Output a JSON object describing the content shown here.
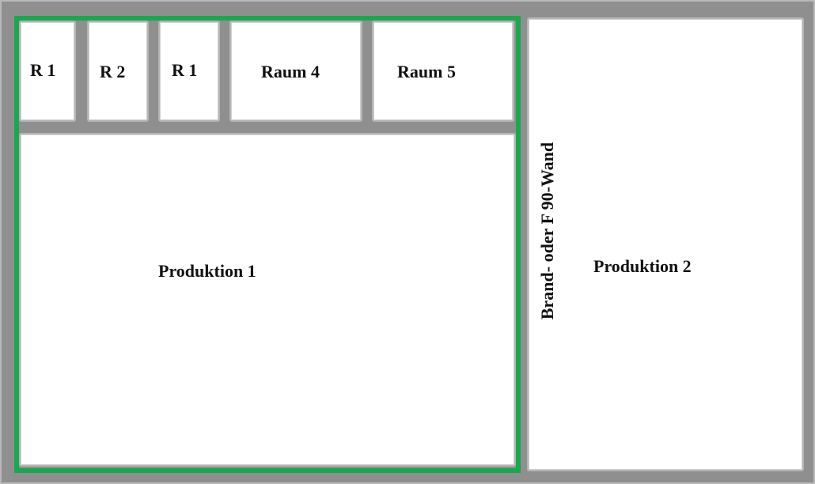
{
  "rooms": {
    "r1_left": "R 1",
    "r2": "R 2",
    "r1_right": "R 1",
    "raum4": "Raum 4",
    "raum5": "Raum 5",
    "produktion1": "Produktion 1",
    "produktion2": "Produktion 2"
  },
  "wall_label": "Brand- oder F 90-Wand",
  "colors": {
    "highlight_outline": "#1aa84f",
    "wall_gray": "#8f8f8f",
    "room_fill": "#ffffff"
  }
}
